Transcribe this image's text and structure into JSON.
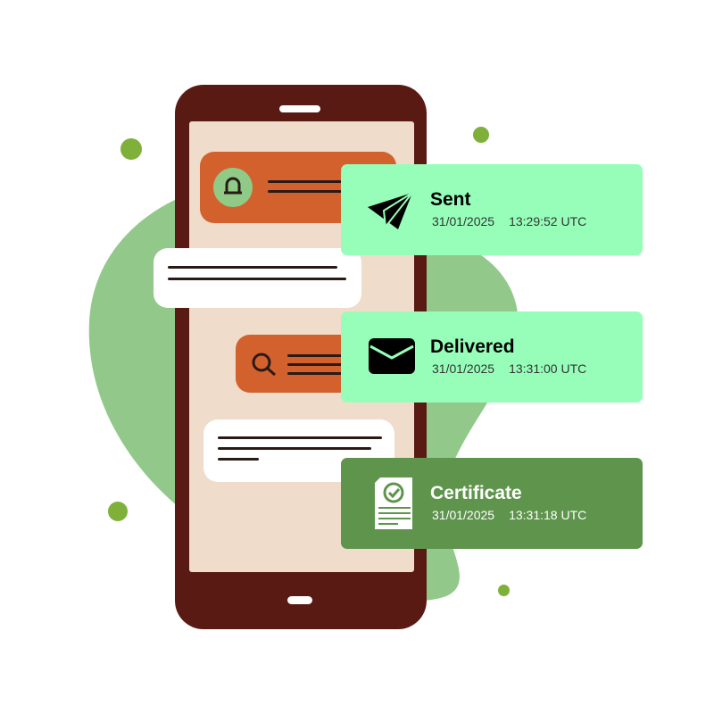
{
  "colors": {
    "blob": "#92c98a",
    "dot": "#7fb03a",
    "phone": "#5a1a14",
    "screen": "#efdccb",
    "bubble": "#d2612e",
    "card_light": "#96feb9",
    "card_dark": "#5f944d"
  },
  "events": [
    {
      "icon": "paper-plane-icon",
      "title": "Sent",
      "date": "31/01/2025",
      "time": "13:29:52 UTC"
    },
    {
      "icon": "envelope-icon",
      "title": "Delivered",
      "date": "31/01/2025",
      "time": "13:31:00 UTC"
    },
    {
      "icon": "certificate-document-icon",
      "title": "Certificate",
      "date": "31/01/2025",
      "time": "13:31:18 UTC"
    }
  ]
}
